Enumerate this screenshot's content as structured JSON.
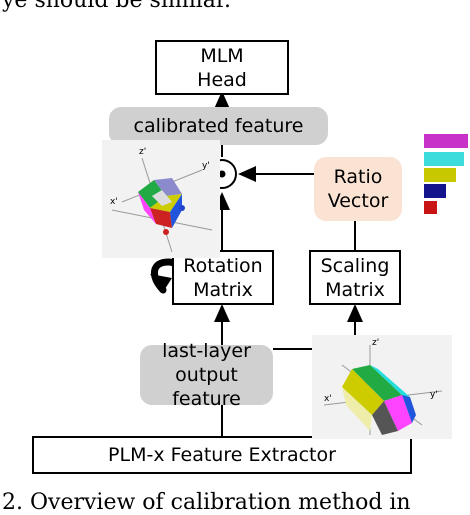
{
  "top_text_partial": "ye should be similar.",
  "bottom_text_partial": "2. Overview of calibration method in",
  "nodes": {
    "mlm_head": [
      "MLM",
      "Head"
    ],
    "calibrated_feature": "calibrated feature",
    "ratio_vector": [
      "Ratio",
      "Vector"
    ],
    "rotation_matrix": [
      "Rotation",
      "Matrix"
    ],
    "scaling_matrix": [
      "Scaling",
      "Matrix"
    ],
    "last_layer_feature": [
      "last-layer",
      "output feature"
    ],
    "feature_extractor": "PLM-x Feature Extractor"
  },
  "axis_labels": {
    "x": "x'",
    "y": "y'",
    "z": "z'"
  },
  "ratio_bar_colors": [
    "#c832c8",
    "#3cdcdc",
    "#c8c800",
    "#14148c",
    "#c81414"
  ],
  "cube_colors": {
    "face_a": [
      "#22aa44",
      "#2255dd",
      "#cccc00",
      "#ff44ff",
      "#22dddd",
      "#4444aa"
    ]
  }
}
